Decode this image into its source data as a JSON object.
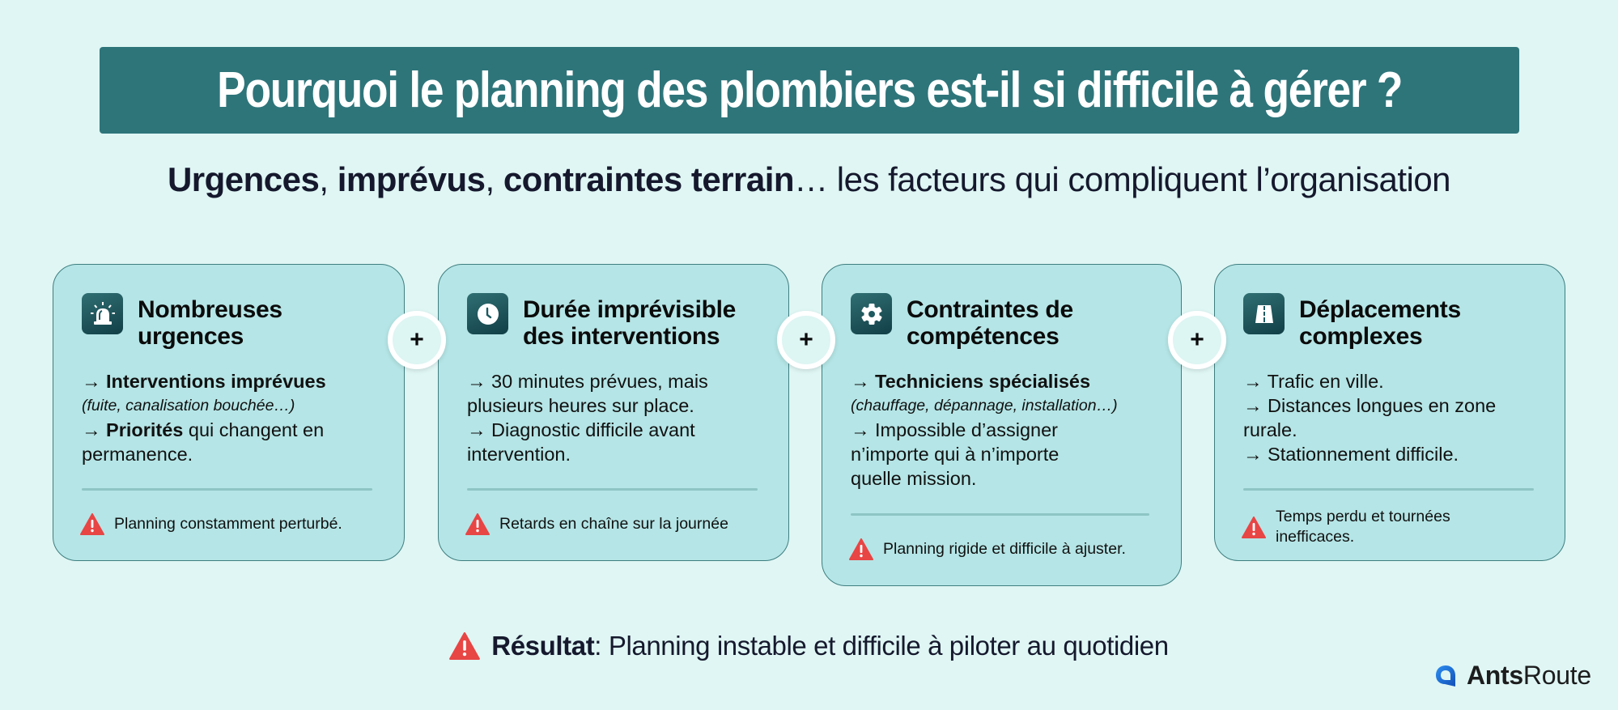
{
  "header": {
    "title": "Pourquoi le planning des plombiers est-il si difficile à gérer ?"
  },
  "subtitle": {
    "bold_1": "Urgences",
    "sep_1": ", ",
    "bold_2": "imprévus",
    "sep_2": ", ",
    "bold_3": "contraintes terrain",
    "rest": "… les facteurs qui compliquent l’organisation"
  },
  "cards": [
    {
      "icon": "siren-icon",
      "title_line1": "Nombreuses",
      "title_line2": "urgences",
      "lines": [
        {
          "prefix": "→ ",
          "bold": "Interventions imprévues",
          "text": ""
        },
        {
          "note": "(fuite, canalisation bouchée…)"
        },
        {
          "prefix": "→ ",
          "bold": "Priorités",
          "text": " qui changent en permanence."
        }
      ],
      "consequence": "Planning constamment perturbé."
    },
    {
      "icon": "clock-icon",
      "title_line1": "Durée imprévisible",
      "title_line2": "des interventions",
      "lines": [
        {
          "prefix": "→ ",
          "text": "30 minutes prévues, mais plusieurs heures sur place."
        },
        {
          "prefix": "→ ",
          "text": "Diagnostic difficile avant intervention."
        }
      ],
      "consequence": "Retards en chaîne sur la journée"
    },
    {
      "icon": "gear-icon",
      "title_line1": "Contraintes de",
      "title_line2": "compétences",
      "lines": [
        {
          "prefix": "→ ",
          "bold": "Techniciens spécialisés",
          "text": ""
        },
        {
          "note": "(chauffage, dépannage, installation…)"
        },
        {
          "prefix": "→ ",
          "text": "Impossible d’assigner n’importe qui à n’importe quelle mission."
        }
      ],
      "consequence": "Planning rigide et difficile à ajuster."
    },
    {
      "icon": "road-icon",
      "title_line1": "Déplacements",
      "title_line2": "complexes",
      "lines": [
        {
          "prefix": "→ ",
          "text": "Trafic en ville."
        },
        {
          "prefix": "→ ",
          "text": "Distances longues en zone rurale."
        },
        {
          "prefix": "→ ",
          "text": "Stationnement difficile."
        }
      ],
      "consequence": "Temps perdu et tournées inefficaces."
    }
  ],
  "connector": {
    "symbol": "+"
  },
  "result": {
    "bold": "Résultat",
    "text": " : Planning instable et difficile à piloter au quotidien"
  },
  "logo": {
    "bold": "Ants",
    "regular": "Route"
  },
  "colors": {
    "background": "#dff6f4",
    "title_bar": "#2e757a",
    "card_bg": "#b5e5e6",
    "card_border": "#3f7e80",
    "icon_tile": "#1f5a60",
    "warning": "#e84545",
    "logo_blue": "#1a6fd6"
  }
}
